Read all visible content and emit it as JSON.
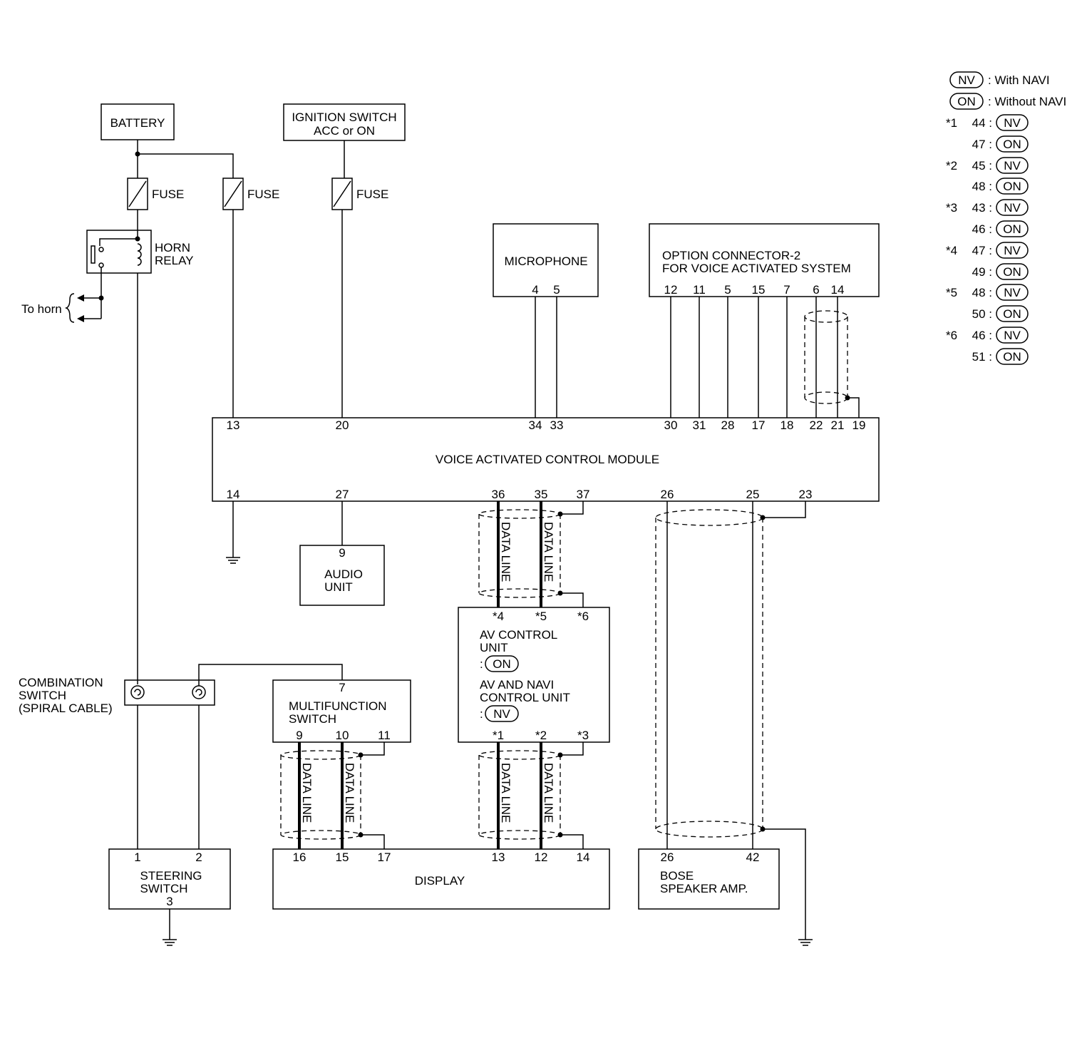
{
  "legend": {
    "nv_badge": "NV",
    "on_badge": "ON",
    "nv_desc": ": With NAVI",
    "on_desc": ": Without NAVI",
    "entries": [
      {
        "mark": "*1",
        "pin": "44 :",
        "badge": "NV"
      },
      {
        "mark": "",
        "pin": "47 :",
        "badge": "ON"
      },
      {
        "mark": "*2",
        "pin": "45 :",
        "badge": "NV"
      },
      {
        "mark": "",
        "pin": "48 :",
        "badge": "ON"
      },
      {
        "mark": "*3",
        "pin": "43 :",
        "badge": "NV"
      },
      {
        "mark": "",
        "pin": "46 :",
        "badge": "ON"
      },
      {
        "mark": "*4",
        "pin": "47 :",
        "badge": "NV"
      },
      {
        "mark": "",
        "pin": "49 :",
        "badge": "ON"
      },
      {
        "mark": "*5",
        "pin": "48 :",
        "badge": "NV"
      },
      {
        "mark": "",
        "pin": "50 :",
        "badge": "ON"
      },
      {
        "mark": "*6",
        "pin": "46 :",
        "badge": "NV"
      },
      {
        "mark": "",
        "pin": "51 :",
        "badge": "ON"
      }
    ]
  },
  "battery": {
    "label": "BATTERY"
  },
  "ignition": {
    "line1": "IGNITION SWITCH",
    "line2": "ACC or ON"
  },
  "fuse": {
    "label": "FUSE"
  },
  "horn_relay": {
    "line1": "HORN",
    "line2": "RELAY"
  },
  "to_horn": "To horn",
  "microphone": {
    "label": "MICROPHONE",
    "pins": [
      "4",
      "5"
    ]
  },
  "option_connector": {
    "line1": "OPTION CONNECTOR-2",
    "line2": "FOR VOICE ACTIVATED SYSTEM",
    "pins": [
      "12",
      "11",
      "5",
      "15",
      "7",
      "6",
      "14"
    ]
  },
  "vacm": {
    "label": "VOICE ACTIVATED CONTROL MODULE",
    "top_pins": [
      "13",
      "20",
      "34",
      "33",
      "30",
      "31",
      "28",
      "17",
      "18",
      "22",
      "21",
      "19"
    ],
    "bottom_pins": [
      "14",
      "27",
      "36",
      "35",
      "37",
      "26",
      "25",
      "23"
    ]
  },
  "audio_unit": {
    "pin": "9",
    "line1": "AUDIO",
    "line2": "UNIT"
  },
  "data_line": "DATA LINE",
  "av_unit": {
    "top_pins": [
      "*4",
      "*5",
      "*6"
    ],
    "line1": "AV CONTROL",
    "line2": "UNIT",
    "line3": "AV AND NAVI",
    "line4": "CONTROL UNIT",
    "on_badge": "ON",
    "nv_badge": "NV",
    "bottom_pins": [
      "*1",
      "*2",
      "*3"
    ]
  },
  "combination_switch": {
    "line1": "COMBINATION",
    "line2": "SWITCH",
    "line3": "(SPIRAL CABLE)"
  },
  "multifunction": {
    "top_pin": "7",
    "line1": "MULTIFUNCTION",
    "line2": "SWITCH",
    "bottom_pins": [
      "9",
      "10",
      "11"
    ]
  },
  "steering": {
    "pins": [
      "1",
      "2"
    ],
    "line1": "STEERING",
    "line2": "SWITCH",
    "pin3": "3"
  },
  "display": {
    "label": "DISPLAY",
    "pins": [
      "16",
      "15",
      "17",
      "13",
      "12",
      "14"
    ]
  },
  "bose": {
    "pins": [
      "26",
      "42"
    ],
    "line1": "BOSE",
    "line2": "SPEAKER AMP."
  }
}
